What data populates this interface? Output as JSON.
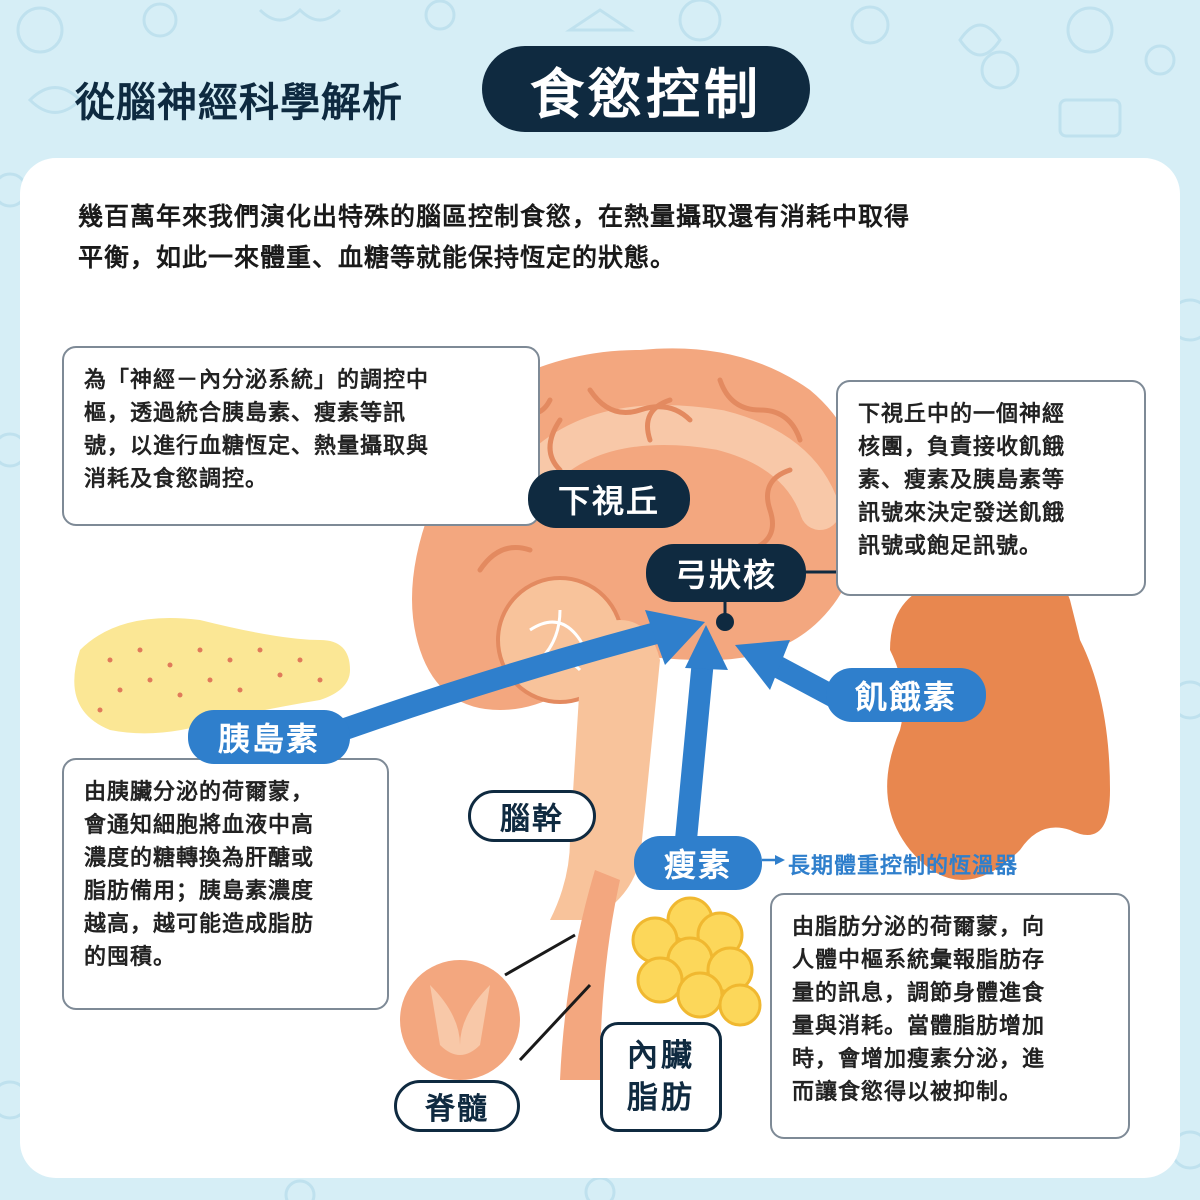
{
  "header": {
    "subtitle": "從腦神經科學解析",
    "title": "食慾控制"
  },
  "intro": {
    "line1": "幾百萬年來我們演化出特殊的腦區控制食慾，在熱量攝取還有消耗中取得",
    "line2": "平衡，如此一來體重、血糖等就能保持恆定的狀態。"
  },
  "hypothalamus": {
    "label": "下視丘",
    "desc": [
      "為「神經－內分泌系統」的調控中",
      "樞，透過統合胰島素、瘦素等訊",
      "號，以進行血糖恆定、熱量攝取與",
      "消耗及食慾調控。"
    ]
  },
  "arcuate": {
    "label": "弓狀核",
    "desc": [
      "下視丘中的一個神經",
      "核團，負責接收飢餓",
      "素、瘦素及胰島素等",
      "訊號來決定發送飢餓",
      "訊號或飽足訊號。"
    ]
  },
  "insulin": {
    "label": "胰島素",
    "desc": [
      "由胰臟分泌的荷爾蒙，",
      "會通知細胞將血液中高",
      "濃度的糖轉換為肝醣或",
      "脂肪備用；胰島素濃度",
      "越高，越可能造成脂肪",
      "的囤積。"
    ]
  },
  "ghrelin": {
    "label": "飢餓素"
  },
  "leptin": {
    "label": "瘦素",
    "note": "長期體重控制的恆溫器",
    "desc": [
      "由脂肪分泌的荷爾蒙，向",
      "人體中樞系統彙報脂肪存",
      "量的訊息，調節身體進食",
      "量與消耗。當體脂肪增加",
      "時，會增加瘦素分泌，進",
      "而讓食慾得以被抑制。"
    ]
  },
  "brainstem": {
    "label": "腦幹"
  },
  "spinal_cord": {
    "label": "脊髓"
  },
  "visceral_fat": {
    "line1": "內臟",
    "line2": "脂肪"
  },
  "colors": {
    "background": "#d6eef6",
    "navy": "#0f2a40",
    "blue": "#2f7fcc",
    "brain": "#f3a77f",
    "stomach": "#e8874f",
    "pancreas": "#fbe795",
    "fat": "#fcd75a"
  }
}
